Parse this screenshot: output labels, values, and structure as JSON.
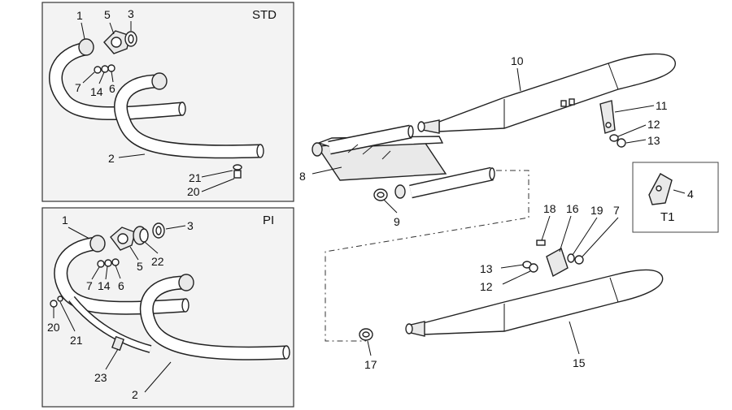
{
  "insets": {
    "std_label": "STD",
    "pi_label": "PI",
    "t1_label": "T1"
  },
  "callouts": {
    "std": [
      "1",
      "5",
      "3",
      "7",
      "14",
      "6",
      "2",
      "21",
      "20"
    ],
    "pi": [
      "1",
      "3",
      "7",
      "14",
      "6",
      "5",
      "22",
      "20",
      "21",
      "23",
      "2"
    ],
    "main": [
      "10",
      "11",
      "12",
      "13",
      "8",
      "9",
      "4",
      "18",
      "16",
      "19",
      "7",
      "13",
      "12",
      "17",
      "15"
    ]
  }
}
